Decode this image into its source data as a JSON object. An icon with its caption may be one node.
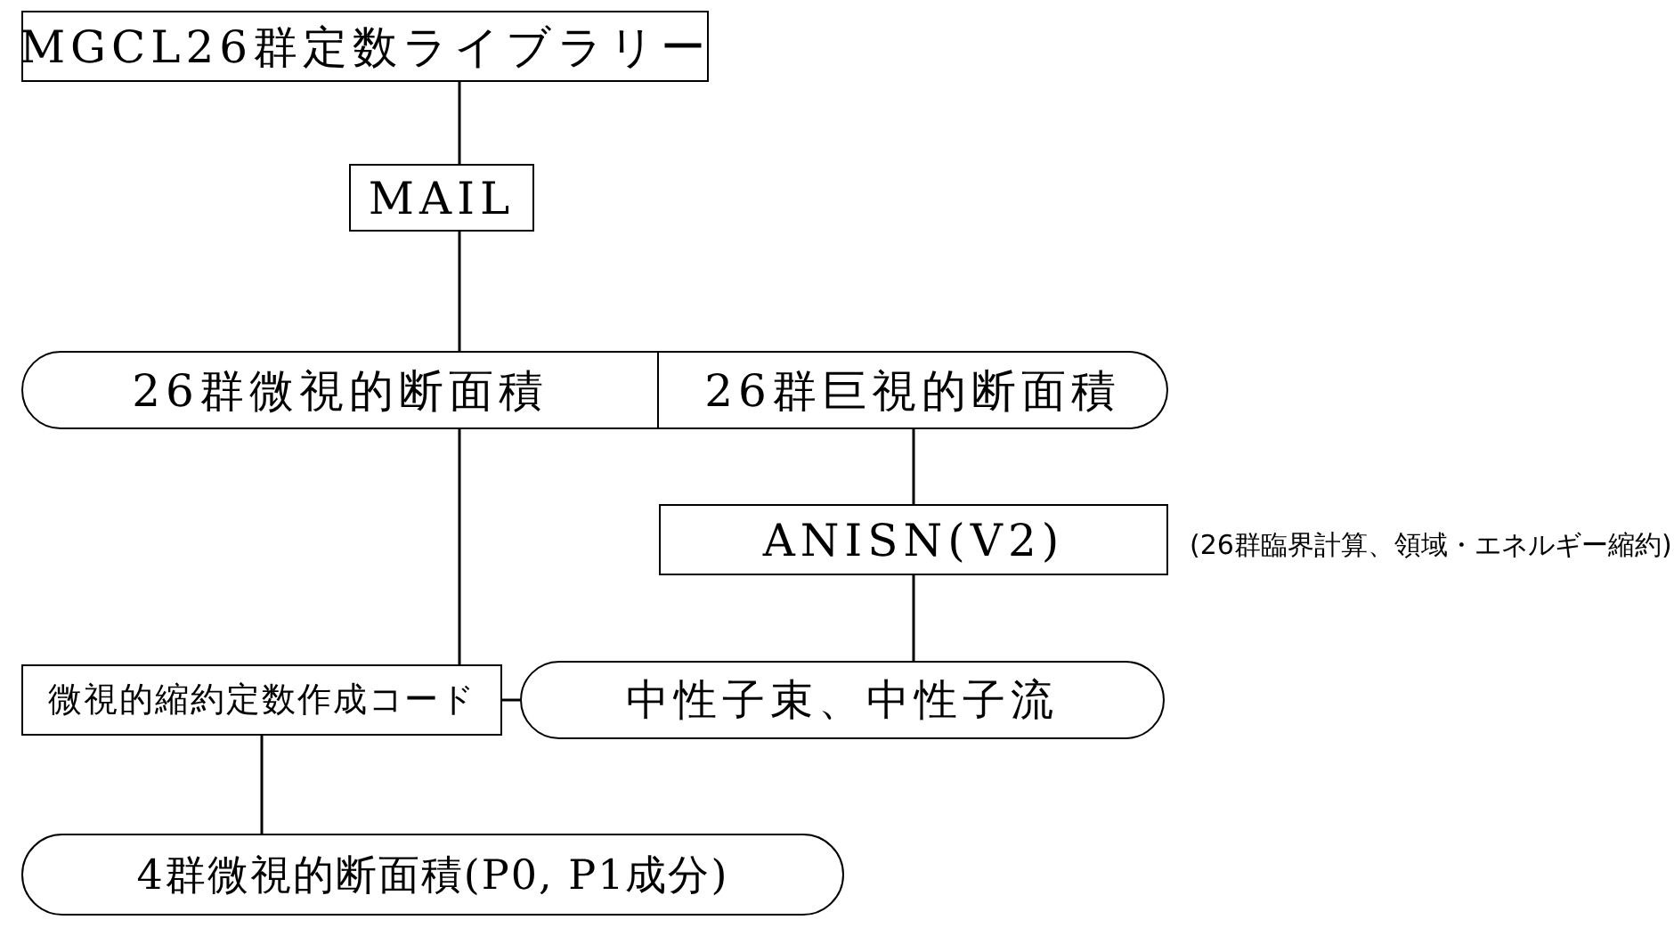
{
  "diagram": {
    "nodes": [
      {
        "text": [
          "MGCL26群定数ライブラリー"
        ]
      },
      {
        "text": [
          "MAIL"
        ]
      },
      {
        "text": [
          "26群微視的断面積"
        ]
      },
      {
        "text": [
          "26群巨視的断面積"
        ]
      },
      {
        "text": [
          "ANISN(V2)"
        ],
        "beside": [
          "(26群臨界計算、領域・エネルギー縮約)"
        ]
      },
      {
        "text": [
          "微視的縮約定数作成コード"
        ]
      },
      {
        "text": [
          "中性子束、中性子流"
        ]
      },
      {
        "text": [
          "4群微視的断面積(P0, P1成分)"
        ]
      }
    ],
    "edges": [
      {
        "from": 0,
        "to": 1,
        "arrow": "none"
      },
      {
        "from": 1,
        "to": 2,
        "arrow": "none"
      },
      {
        "from": 2,
        "to": 5,
        "arrow": "none"
      },
      {
        "from": 3,
        "to": 4,
        "arrow": "none"
      },
      {
        "from": 4,
        "to": 6,
        "arrow": "none"
      },
      {
        "from": 6,
        "to": 5,
        "arrow": "none"
      },
      {
        "from": 5,
        "to": 7,
        "arrow": "none"
      }
    ]
  }
}
